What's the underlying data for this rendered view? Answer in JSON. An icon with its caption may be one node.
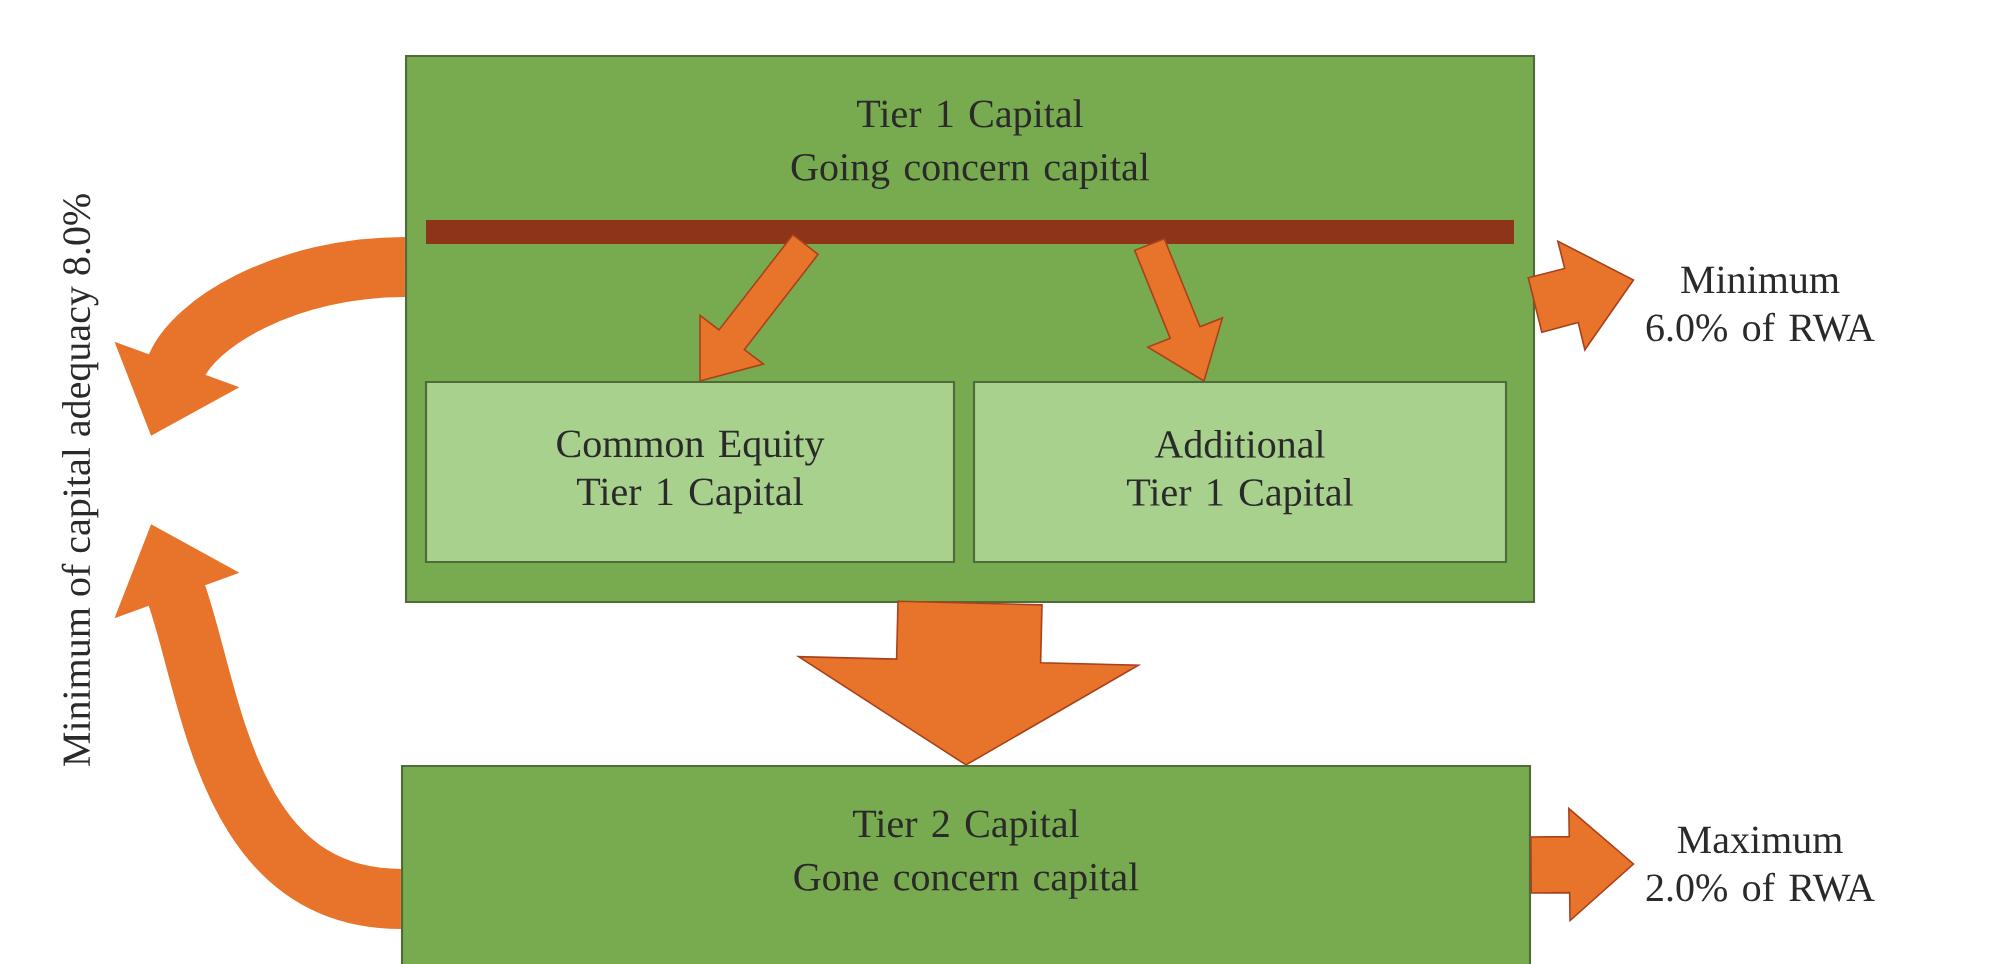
{
  "diagram": {
    "nodes": [
      {
        "text": [
          "Tier 1 Capital",
          "Going concern capital"
        ]
      },
      {
        "text": [],
        "shape": "bar",
        "in": 0
      },
      {
        "text": [
          "Common Equity Tier 1 Capital"
        ],
        "in": 0
      },
      {
        "text": [
          "Additional Tier 1 Capital"
        ],
        "in": 0
      },
      {
        "text": [
          "Minimum 6.0% of RWA"
        ]
      },
      {
        "text": [
          "Tier 2 Capital",
          "Gone concern capital"
        ]
      },
      {
        "text": [
          "Maximum 2.0% of RWA"
        ]
      },
      {
        "text": [
          "Minimum of capital adequacy 8.0%"
        ]
      }
    ],
    "edges": [
      {
        "from": 1,
        "to": 2,
        "arrow": "to"
      },
      {
        "from": 1,
        "to": 3,
        "arrow": "to"
      },
      {
        "from": 0,
        "to": 4,
        "arrow": "to"
      },
      {
        "from": 0,
        "to": 5,
        "arrow": "to",
        "style": "thick"
      },
      {
        "from": 5,
        "to": 6,
        "arrow": "to"
      },
      {
        "from": 0,
        "to": 7,
        "arrow": "to"
      },
      {
        "from": 5,
        "to": 7,
        "arrow": "to"
      }
    ]
  }
}
